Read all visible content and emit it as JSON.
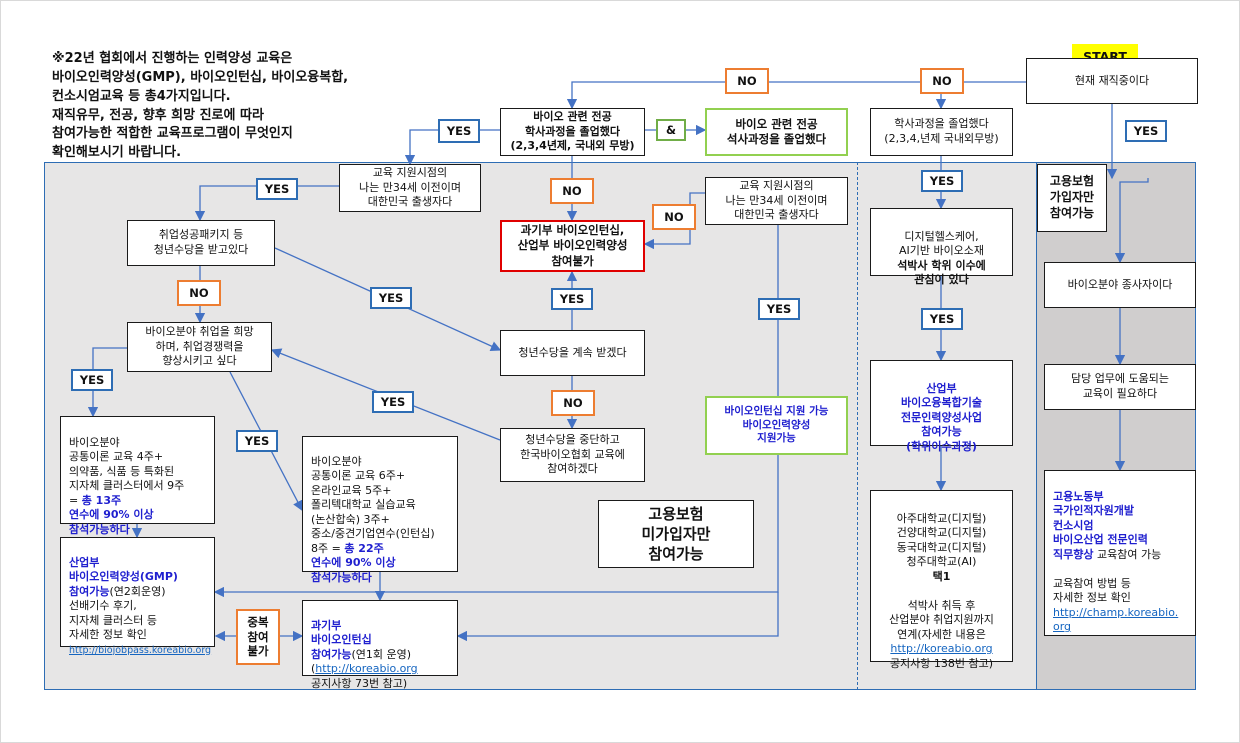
{
  "intro": [
    "※22년 협회에서 진행하는 인력양성 교육은",
    "바이오인력양성(GMP), 바이오인턴십, 바이오융복합,",
    "컨소시엄교육 등 총4가지입니다.",
    "재직유무, 전공, 향후 희망 진로에 따라",
    "참여가능한 적합한 교육프로그램이 무엇인지",
    "확인해보시기 바랍니다."
  ],
  "start": "START",
  "currently_employed": "현재 재직중이다",
  "badges": {
    "yes": "YES",
    "no": "NO",
    "amp": "&"
  },
  "bachelor_bio": "바이오 관련 전공\n학사과정을 졸업했다\n(2,3,4년제, 국내외 무방)",
  "master_bio": "바이오 관련 전공\n석사과정을 졸업했다",
  "bachelor_any": "학사과정을 졸업했다\n(2,3,4,년제 국내외무방)",
  "age_check_1": "교육 지원시점의\n나는 만34세 이전이며\n대한민국 출생자다",
  "age_check_2": "교육 지원시점의\n나는 만34세 이전이며\n대한민국 출생자다",
  "not_eligible": "과기부 바이오인턴십,\n산업부 바이오인력양성\n참여불가",
  "youth_package": "취업성공패키지 등\n청년수당을 받고있다",
  "bio_job_hope": "바이오분야 취업을 희망\n하며, 취업경쟁력을\n향상시키고 싶다",
  "keep_allowance": "청년수당을 계속 받겠다",
  "stop_allowance": "청년수당을 중단하고\n한국바이오협회 교육에\n참여하겠다",
  "green_intern": "바이오인턴십 지원 가능\n바이오인력양성\n지원가능",
  "course_a": {
    "lines": "바이오분야\n공통이론 교육 4주+\n의약품, 식품 등 특화된\n지자체 클러스터에서 9주\n= ",
    "total": "총 13주",
    "tail": "연수에 90% 이상\n참석가능하다"
  },
  "course_b": {
    "lines": "바이오분야\n공통이론 교육 6주+\n온라인교육 5주+\n폴리텍대학교 실습교육\n(논산합숙) 3주+\n중소/중견기업연수(인턴십)\n8주 = ",
    "total": "총 22주",
    "tail": "연수에 90% 이상\n참석가능하다"
  },
  "gmp": {
    "title": "산업부\n바이오인력양성(GMP)\n참여가능",
    "note": "(연2회운영)",
    "body": "선배기수 후기,\n지자체 클러스터 등\n자세한 정보 확인",
    "url": "http://biojobpass.koreabio.org"
  },
  "no_double": "중복\n참여\n불가",
  "intern": {
    "title": "과기부\n바이오인턴십\n참여가능",
    "note": "(연1회 운영)",
    "pre": "(",
    "url": "http://koreabio.org",
    "post": ")",
    "body": "공지사항 73번 참고)"
  },
  "uninsured": "고용보험\n미가입자만\n참여가능",
  "digital_health": "디지털헬스케어,\nAI기반 바이오소재",
  "digital_health_b": "석박사 학위 이수에\n관심이 있다",
  "convergence": {
    "title": "산업부\n바이오융복합기술\n전문인력양성사업\n참여가능",
    "sub": "(학위이수과정)"
  },
  "universities": {
    "list": "아주대학교(디지털)\n건양대학교(디지털)\n동국대학교(디지털)\n청주대학교(AI)",
    "pick": "택1",
    "body": "석박사 취득 후\n산업분야 취업지원까지\n연계(자세한 내용은",
    "url": "http://koreabio.org",
    "tail": "공지사항 138번 참고)"
  },
  "insured": "고용보험\n가입자만\n참여가능",
  "bio_worker": "바이오분야 종사자이다",
  "need_training": "담당 업무에 도움되는\n교육이 필요하다",
  "consortium": {
    "title": "고용노동부\n국가인적자원개발\n컨소시엄\n바이오산업 전문인력\n직무향상",
    "tail": " 교육참여 가능",
    "body": "교육참여 방법 등\n자세한 정보 확인",
    "url": "http://champ.koreabio.\norg"
  },
  "colors": {
    "panel_gray": "#e7e6e6",
    "panel_dark": "#d0cece",
    "yes_border": "#2e6db4",
    "no_border": "#ed7d31",
    "arrow": "#4472c4",
    "start_fill": "#ffff00",
    "red_border": "#e00000",
    "green_border": "#92d050"
  }
}
